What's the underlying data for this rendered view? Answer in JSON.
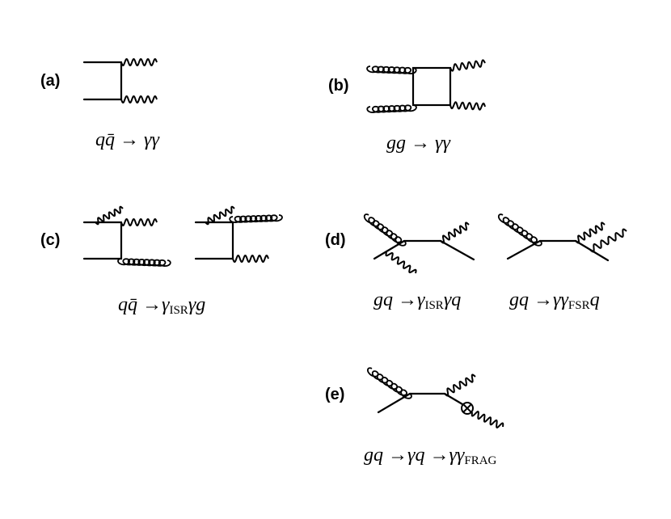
{
  "panels": {
    "a": {
      "label": "(a)",
      "caption": {
        "main": "qq̄ → γγ"
      }
    },
    "b": {
      "label": "(b)",
      "caption": {
        "main": "gg → γγ"
      }
    },
    "c": {
      "label": "(c)",
      "caption": {
        "pre": "qq̄ →γ",
        "sub": "ISR",
        "post": "γg"
      }
    },
    "d": {
      "label": "(d)",
      "caption_left": {
        "pre": "gq →γ",
        "sub": "ISR",
        "post": "γq"
      },
      "caption_right": {
        "pre": "gq →γγ",
        "sub": "FSR",
        "post": "q"
      }
    },
    "e": {
      "label": "(e)",
      "caption": {
        "pre": "gq →γq →γγ",
        "sub": "FRAG"
      }
    }
  }
}
